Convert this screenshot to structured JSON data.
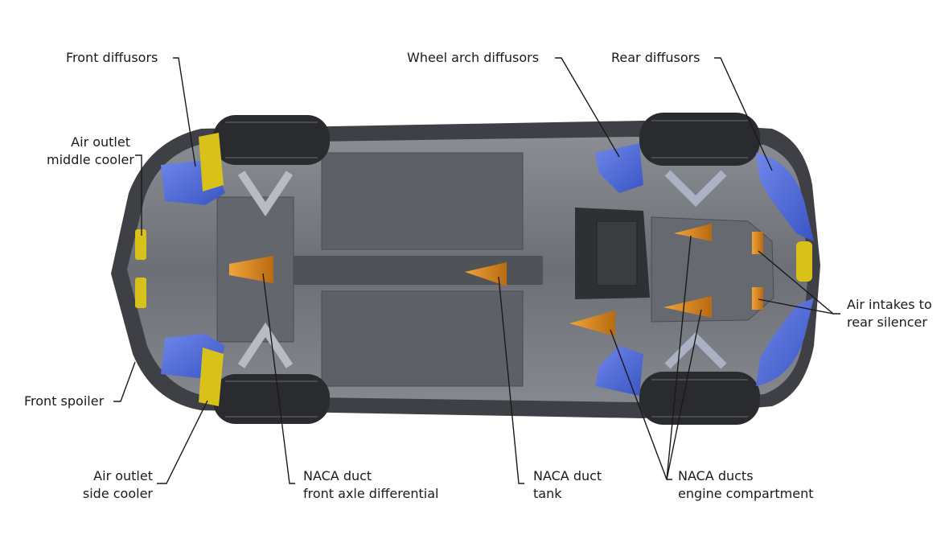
{
  "labels": {
    "front_diffusors": [
      "Front diffusors"
    ],
    "air_outlet_middle_cooler": [
      "Air outlet",
      "middle cooler"
    ],
    "front_spoiler": [
      "Front spoiler"
    ],
    "air_outlet_side_cooler": [
      "Air outlet",
      "side cooler"
    ],
    "naca_front_axle": [
      "NACA duct",
      "front axle differential"
    ],
    "naca_tank": [
      "NACA duct",
      "tank"
    ],
    "naca_engine": [
      "NACA ducts",
      "engine compartment"
    ],
    "wheel_arch_diffusors": [
      "Wheel arch diffusors"
    ],
    "rear_diffusors": [
      "Rear diffusors"
    ],
    "air_intakes_rear_silencer": [
      "Air intakes to",
      "rear silencer"
    ]
  },
  "colors": {
    "background": "#ffffff",
    "body_gray": "#6e7177",
    "panel_gray": "#5b5e63",
    "diffusor_blue": "#4a68d8",
    "naca_orange": "#d9871c",
    "cooler_yellow": "#d8c21a",
    "tire_dark": "#2a2b2e",
    "leader_line": "#1a1a1a"
  }
}
